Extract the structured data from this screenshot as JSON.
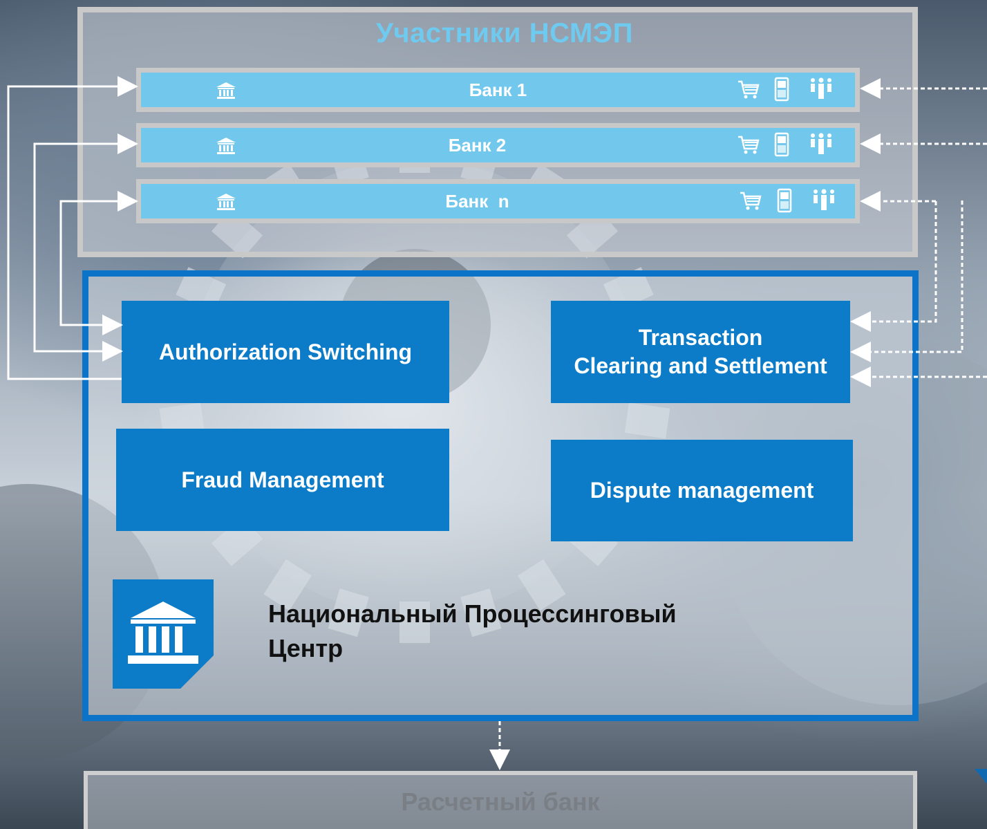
{
  "participants": {
    "title": "Участники НСМЭП"
  },
  "banks": [
    {
      "label": "Банк 1"
    },
    {
      "label": "Банк 2"
    },
    {
      "label": "Банк  n"
    }
  ],
  "bank_icons": [
    "bank-icon",
    "shopping-cart-icon",
    "mobile-phone-icon",
    "people-icon"
  ],
  "modules": {
    "authorization": "Authorization Switching",
    "clearing": "Transaction\nClearing and Settlement",
    "fraud": "Fraud Management",
    "dispute": "Dispute management"
  },
  "npc": {
    "title": "Национальный Процессинговый\nЦентр"
  },
  "settlement": {
    "label": "Расчетный банк"
  },
  "colors": {
    "accent_blue": "#0c7cc8",
    "bank_bar": "#72c8ec",
    "title_cyan": "#6fcaf0",
    "frame_gray": "#c9c9c9"
  }
}
